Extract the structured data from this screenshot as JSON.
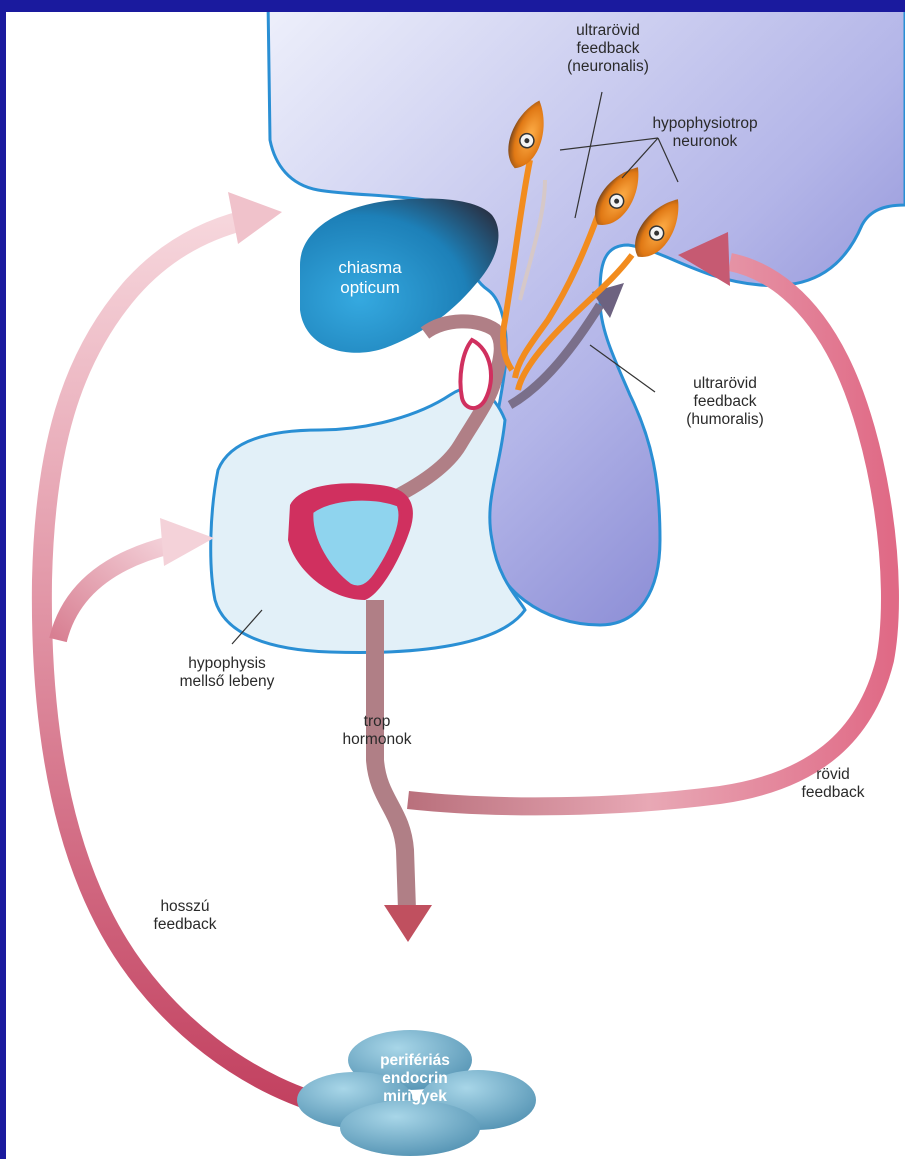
{
  "diagram": {
    "labels": {
      "ultra_neuronal": "ultrarövid\nfeedback\n(neuronalis)",
      "hypophysiotrop": "hypophysiotrop\nneuronok",
      "chiasma": "chiasma\nopticum",
      "ultra_humoral": "ultrarövid\nfeedback\n(humoralis)",
      "hypophysis": "hypophysis\nmellső lebeny",
      "trop": "trop\nhormonok",
      "rovid": "rövid\nfeedback",
      "hosszu": "hosszú\nfeedback",
      "periferias": "perifériás\nendocrin\nmirigyek"
    },
    "colors": {
      "frame": "#1a1a9e",
      "hypothalamus_light": "#eef0fb",
      "hypothalamus_dark": "#7f80cf",
      "outline_blue": "#2a8fd4",
      "anterior_lobe": "#e2f0f8",
      "chiasma": "#1f88c0",
      "portal_red": "#d0305f",
      "stalk_mauve": "#b07f86",
      "neuron_orange": "#f28c1e",
      "feedback_pink": "#e59aa9",
      "gland_blue": "#7fb7cf"
    }
  }
}
